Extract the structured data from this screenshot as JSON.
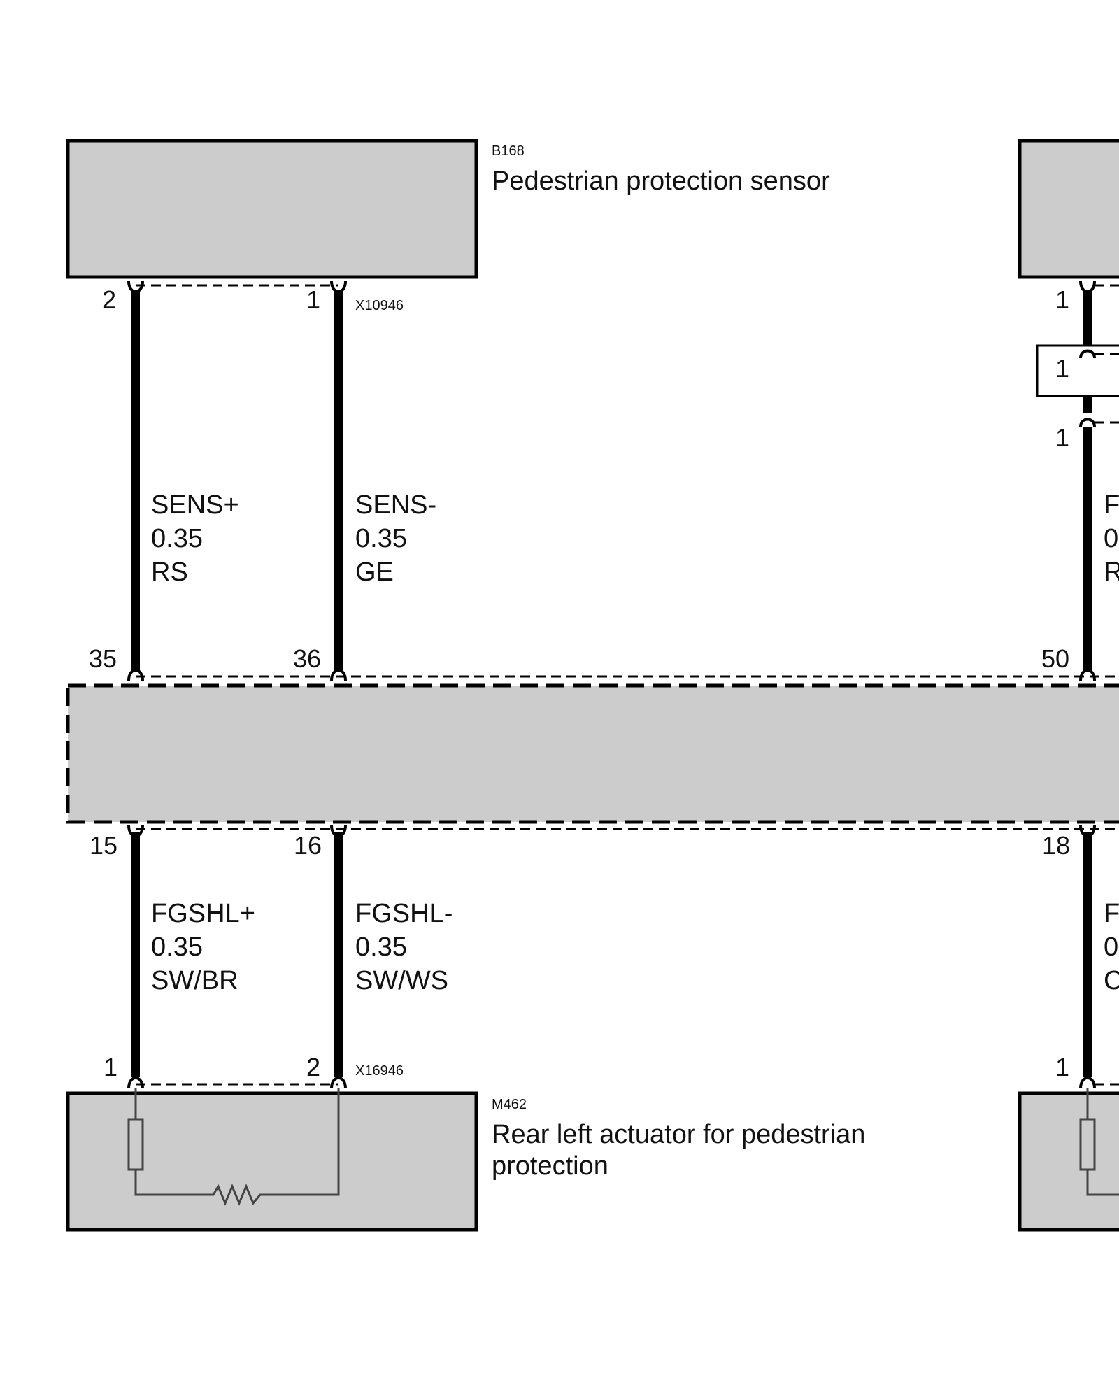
{
  "colors": {
    "component_fill": "#cccccc",
    "stroke": "#000000",
    "text": "#111111",
    "resistor": "#444444"
  },
  "sensor": {
    "code": "B168",
    "title": "Pedestrian protection sensor",
    "connector": "X10946",
    "pin_left": "2",
    "pin_right": "1"
  },
  "control_unit": {
    "pin_top_left": "35",
    "pin_top_mid": "36",
    "pin_top_right": "50",
    "pin_bottom_left": "15",
    "pin_bottom_mid": "16",
    "pin_bottom_right": "18"
  },
  "wire_sens_plus": {
    "signal": "SENS+",
    "size": "0.35",
    "color": "RS"
  },
  "wire_sens_minus": {
    "signal": "SENS-",
    "size": "0.35",
    "color": "GE"
  },
  "wire_fgshl_plus": {
    "signal": "FGSHL+",
    "size": "0.35",
    "color": "SW/BR"
  },
  "wire_fgshl_minus": {
    "signal": "FGSHL-",
    "size": "0.35",
    "color": "SW/WS"
  },
  "actuator": {
    "code": "M462",
    "title_line1": "Rear left actuator for pedestrian",
    "title_line2": "protection",
    "connector": "X16946",
    "pin_left": "1",
    "pin_right": "2"
  },
  "right_partial": {
    "pin_top": "1",
    "inline_pin": "1",
    "pin_below_inline": "1",
    "wire_upper_fragments": [
      "F",
      "0",
      "R"
    ],
    "wire_lower_fragments": [
      "F",
      "0",
      "C"
    ],
    "pin_bottom": "1"
  }
}
